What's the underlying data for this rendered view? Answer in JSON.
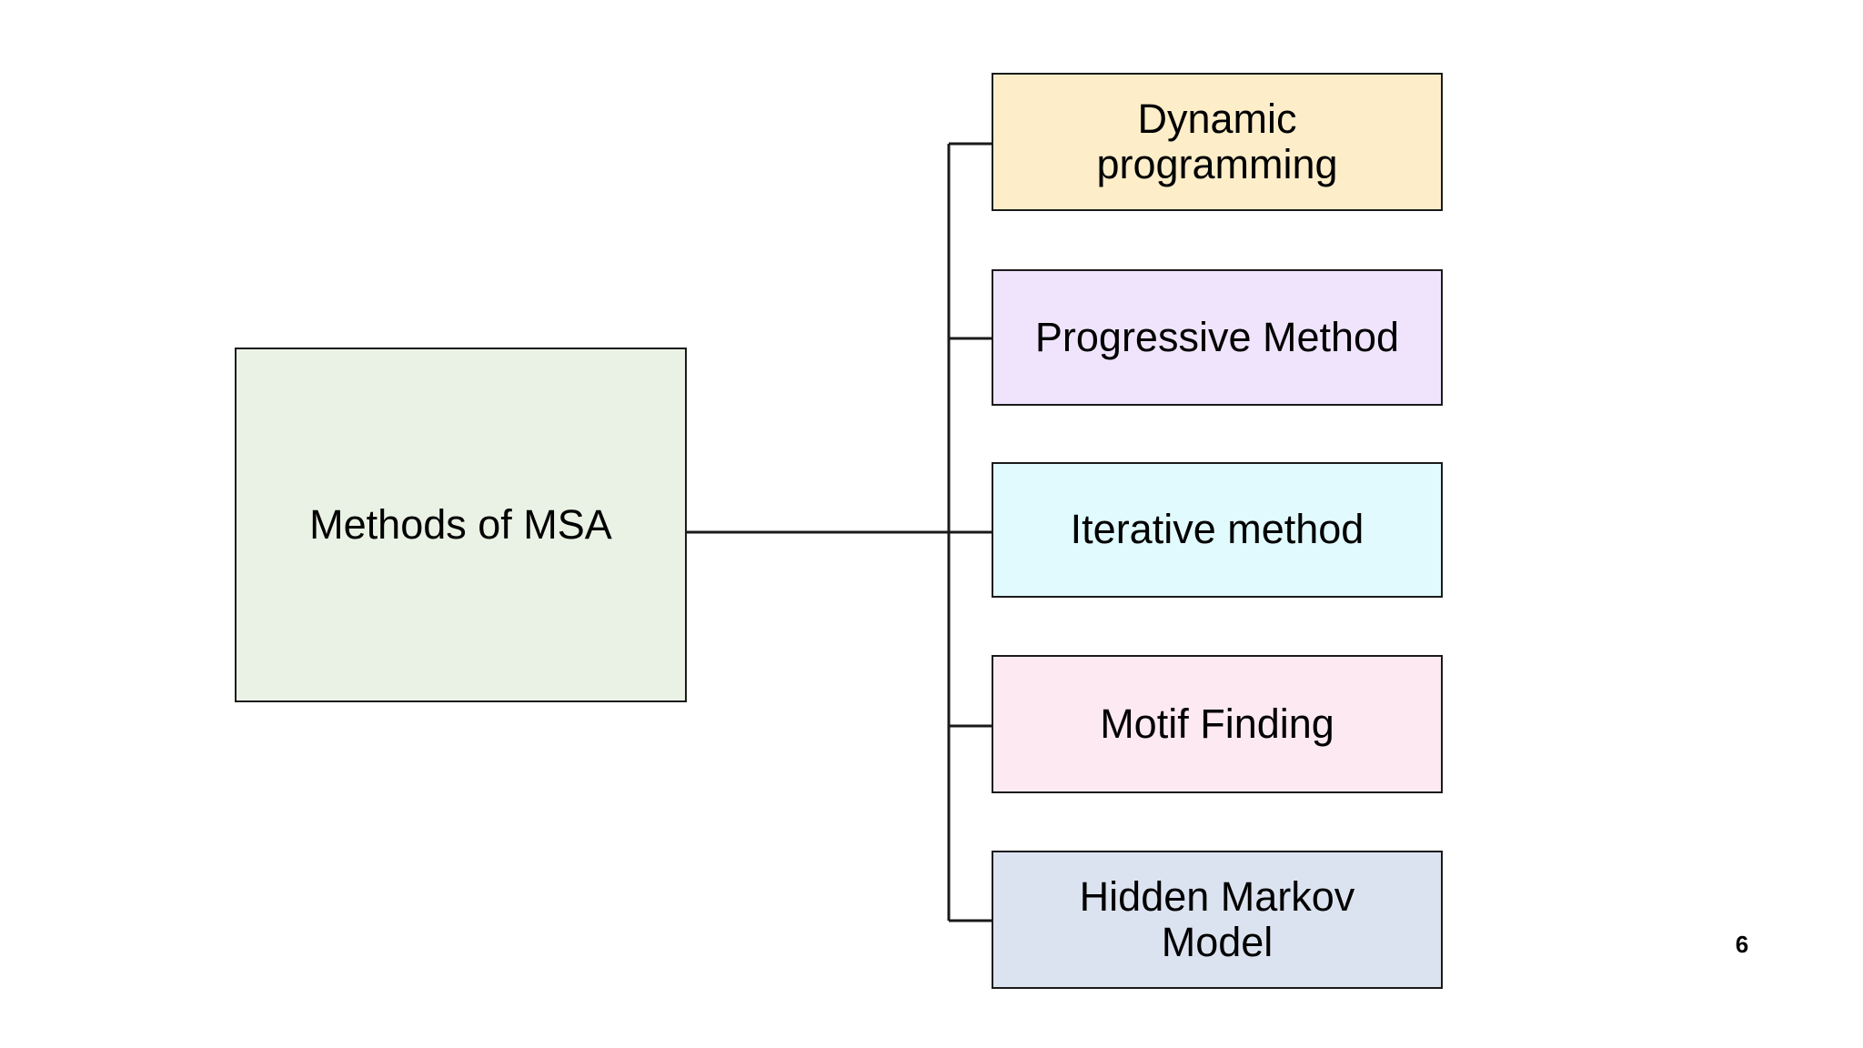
{
  "slide": {
    "page_number": "6",
    "background_color": "#ffffff",
    "line_color": "#1a1a1a"
  },
  "diagram": {
    "type": "hierarchy",
    "root": {
      "label": "Methods of MSA",
      "fill": "#eaf2e5"
    },
    "children": [
      {
        "label": "Dynamic\nprogramming",
        "fill": "#fdeec9"
      },
      {
        "label": "Progressive Method",
        "fill": "#f0e4fd"
      },
      {
        "label": "Iterative method",
        "fill": "#e0fafd"
      },
      {
        "label": "Motif Finding",
        "fill": "#fce9f2"
      },
      {
        "label": "Hidden Markov\nModel",
        "fill": "#dce3f0"
      }
    ]
  }
}
